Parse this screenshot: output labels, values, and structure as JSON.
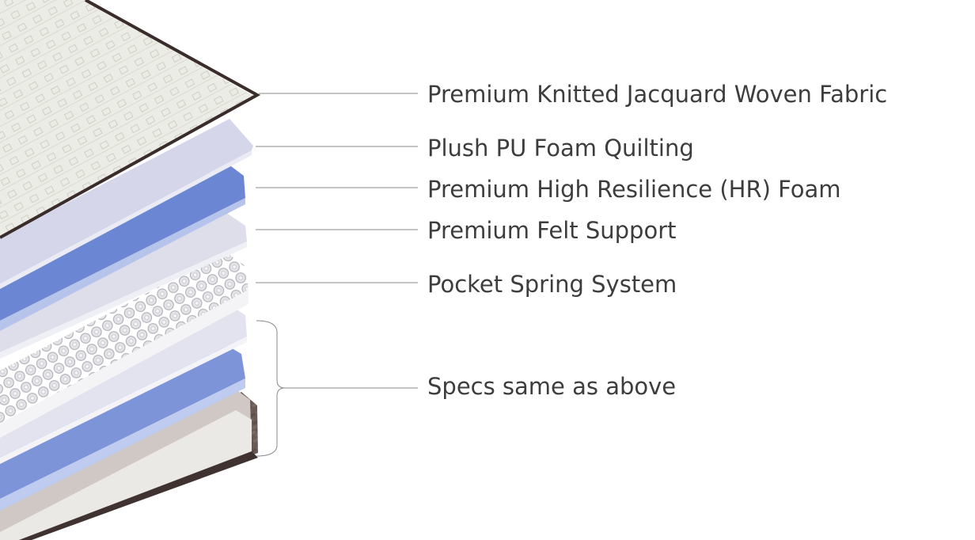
{
  "layers": [
    {
      "label": "Premium Knitted Jacquard Woven Fabric"
    },
    {
      "label": "Plush PU Foam Quilting"
    },
    {
      "label": "Premium High Resilience (HR) Foam"
    },
    {
      "label": "Premium Felt Support"
    },
    {
      "label": "Pocket Spring System"
    },
    {
      "label": "Specs same as above"
    }
  ],
  "colors": {
    "fabric_top": "#ecece6",
    "fabric_edge": "#3a2c2a",
    "quilting": "#d6d6ea",
    "hr_foam": "#6b86d2",
    "hr_foam_edge": "#b6c4ec",
    "felt": "#e2e2ee",
    "spring": "#f1f1f3",
    "base_frame": "#5a4a46",
    "leader_line": "#8a8a8a",
    "text": "#3d3d3d"
  }
}
